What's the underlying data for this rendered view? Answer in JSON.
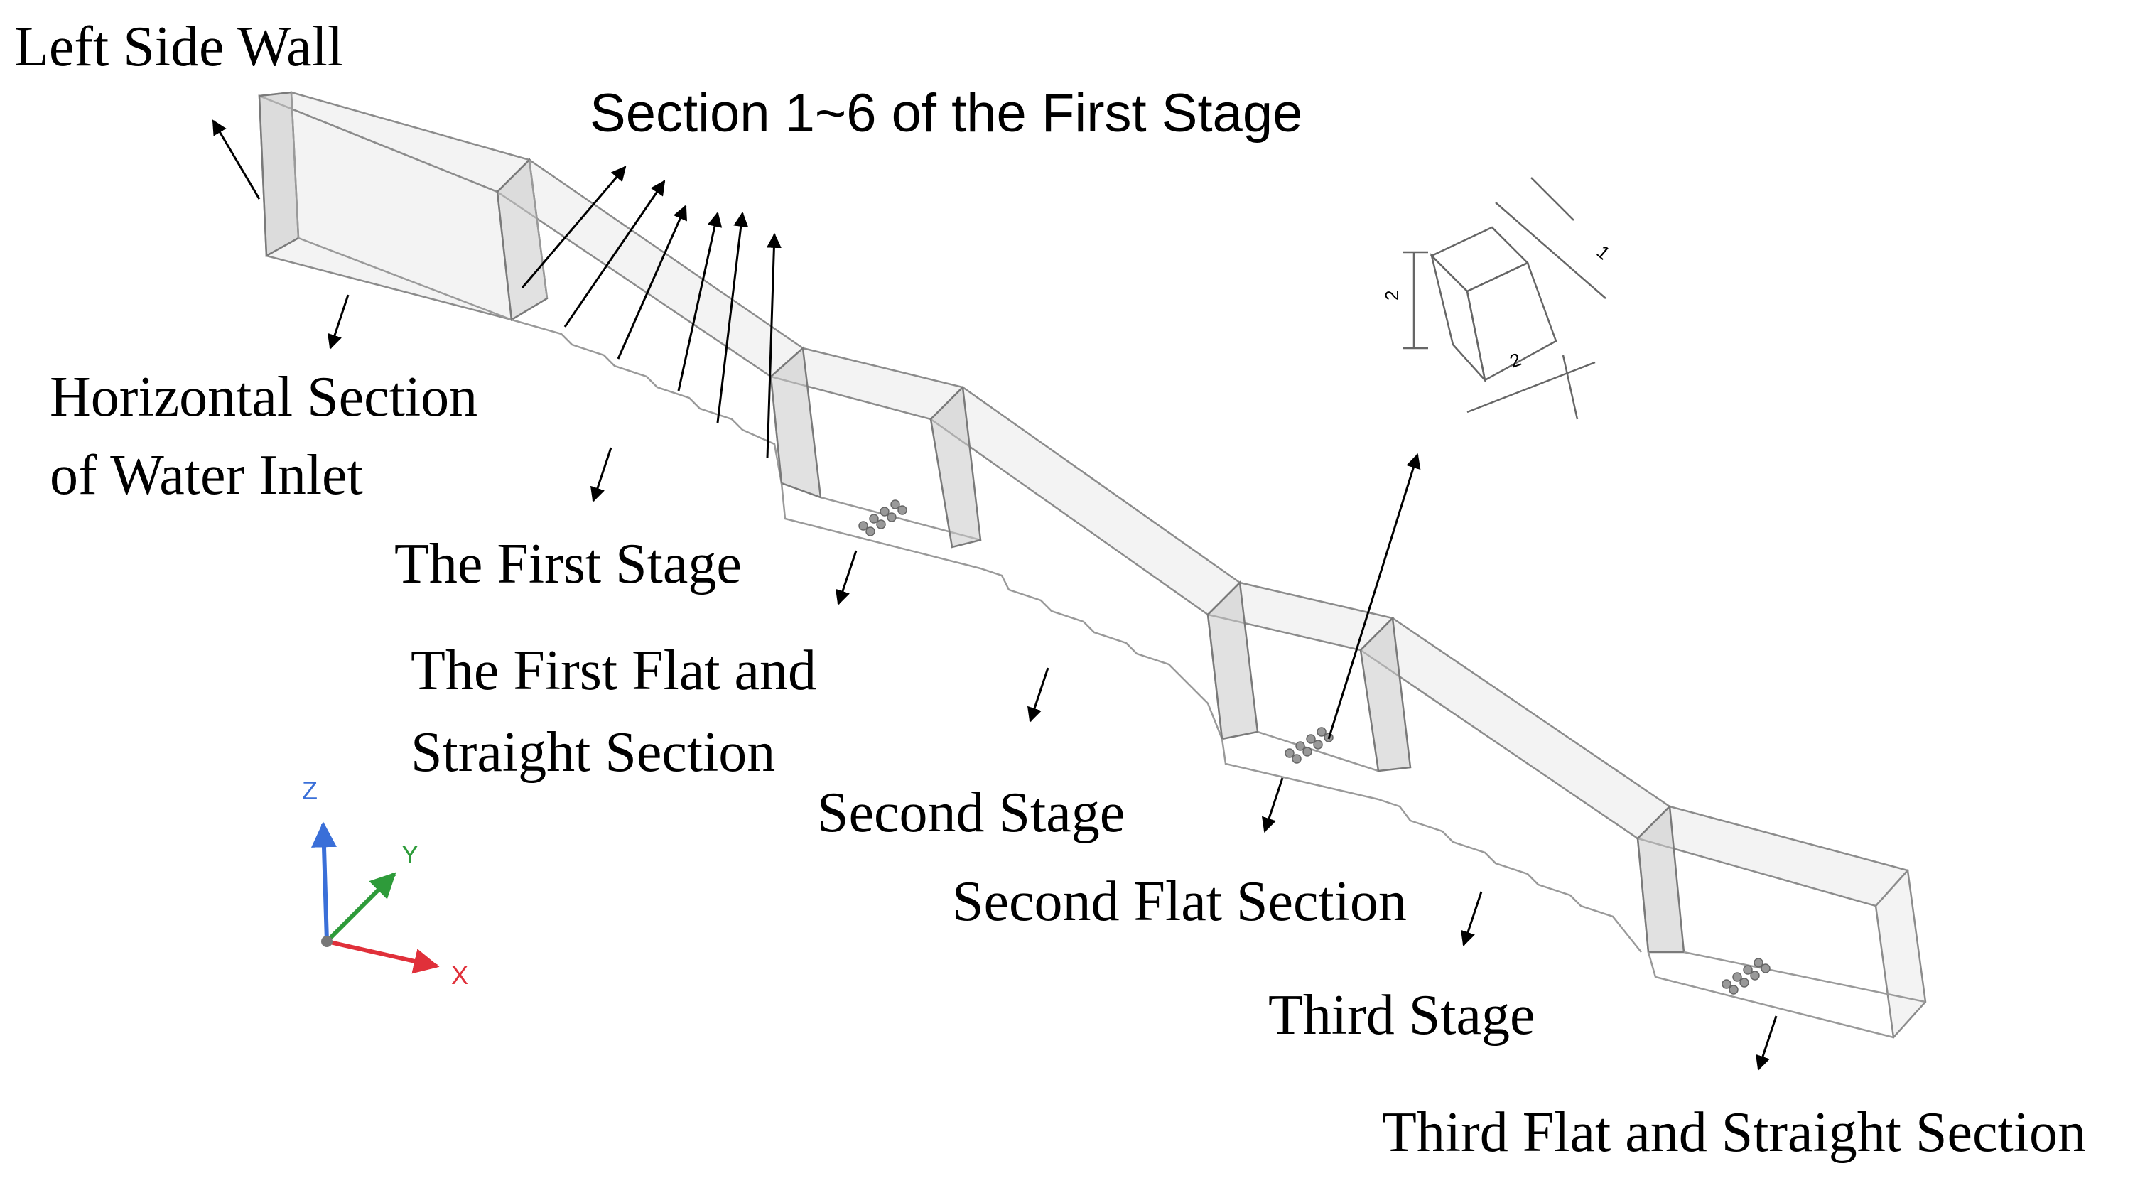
{
  "labels": {
    "left_side_wall": "Left Side Wall",
    "sections_first_stage": "Section 1~6 of the First Stage",
    "horizontal_section_line1": "Horizontal Section",
    "horizontal_section_line2": "of Water Inlet",
    "first_stage": "The First Stage",
    "first_flat_line1": "The First Flat and",
    "first_flat_line2": "Straight Section",
    "second_stage": "Second Stage",
    "second_flat": "Second Flat Section",
    "third_stage": "Third Stage",
    "third_flat": "Third Flat and Straight Section"
  },
  "axes": {
    "z": "Z",
    "y": "Y",
    "x": "X"
  },
  "detail_dimensions": {
    "height": "2",
    "width": "2",
    "depth": "1"
  },
  "colors": {
    "axis_z": "#3a6fd8",
    "axis_y": "#2e9b3a",
    "axis_x": "#e0303a"
  }
}
